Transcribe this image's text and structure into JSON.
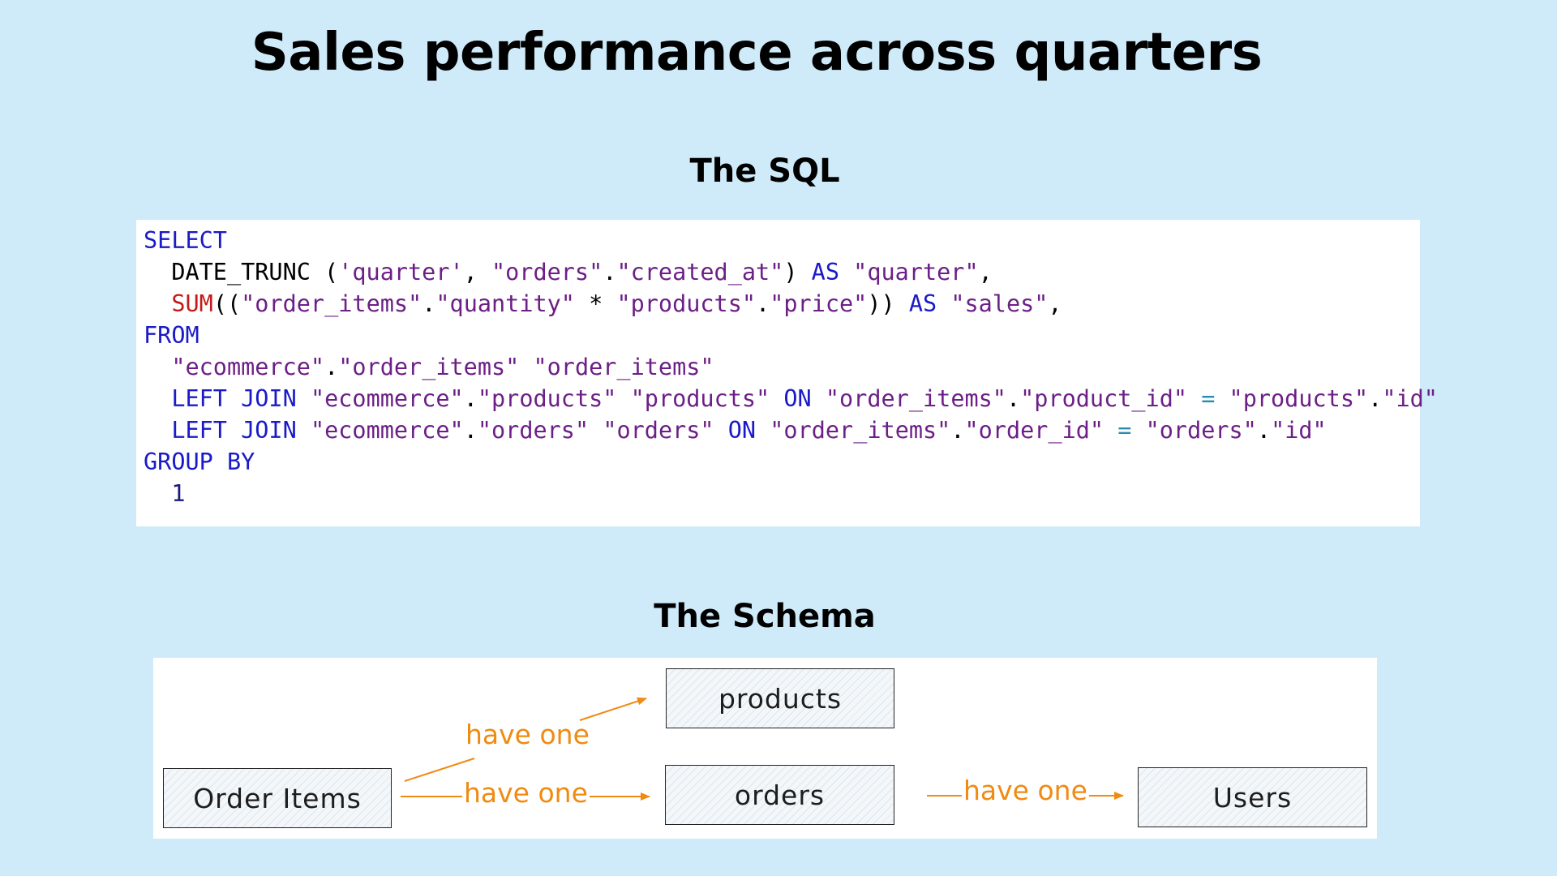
{
  "title": "Sales performance across quarters",
  "sql_section": {
    "heading": "The SQL",
    "lines": [
      [
        {
          "t": "SELECT",
          "c": "kw"
        }
      ],
      [
        {
          "t": "  DATE_TRUNC (",
          "c": "plain"
        },
        {
          "t": "'quarter'",
          "c": "str"
        },
        {
          "t": ", ",
          "c": "plain"
        },
        {
          "t": "\"orders\"",
          "c": "str"
        },
        {
          "t": ".",
          "c": "plain"
        },
        {
          "t": "\"created_at\"",
          "c": "str"
        },
        {
          "t": ") ",
          "c": "plain"
        },
        {
          "t": "AS",
          "c": "kw"
        },
        {
          "t": " ",
          "c": "plain"
        },
        {
          "t": "\"quarter\"",
          "c": "str"
        },
        {
          "t": ",",
          "c": "plain"
        }
      ],
      [
        {
          "t": "  ",
          "c": "plain"
        },
        {
          "t": "SUM",
          "c": "fn"
        },
        {
          "t": "((",
          "c": "plain"
        },
        {
          "t": "\"order_items\"",
          "c": "str"
        },
        {
          "t": ".",
          "c": "plain"
        },
        {
          "t": "\"quantity\"",
          "c": "str"
        },
        {
          "t": " * ",
          "c": "plain"
        },
        {
          "t": "\"products\"",
          "c": "str"
        },
        {
          "t": ".",
          "c": "plain"
        },
        {
          "t": "\"price\"",
          "c": "str"
        },
        {
          "t": ")) ",
          "c": "plain"
        },
        {
          "t": "AS",
          "c": "kw"
        },
        {
          "t": " ",
          "c": "plain"
        },
        {
          "t": "\"sales\"",
          "c": "str"
        },
        {
          "t": ",",
          "c": "plain"
        }
      ],
      [
        {
          "t": "FROM",
          "c": "kw"
        }
      ],
      [
        {
          "t": "  ",
          "c": "plain"
        },
        {
          "t": "\"ecommerce\"",
          "c": "str"
        },
        {
          "t": ".",
          "c": "plain"
        },
        {
          "t": "\"order_items\"",
          "c": "str"
        },
        {
          "t": " ",
          "c": "plain"
        },
        {
          "t": "\"order_items\"",
          "c": "str"
        }
      ],
      [
        {
          "t": "  ",
          "c": "plain"
        },
        {
          "t": "LEFT JOIN",
          "c": "kw"
        },
        {
          "t": " ",
          "c": "plain"
        },
        {
          "t": "\"ecommerce\"",
          "c": "str"
        },
        {
          "t": ".",
          "c": "plain"
        },
        {
          "t": "\"products\"",
          "c": "str"
        },
        {
          "t": " ",
          "c": "plain"
        },
        {
          "t": "\"products\"",
          "c": "str"
        },
        {
          "t": " ",
          "c": "plain"
        },
        {
          "t": "ON",
          "c": "kw"
        },
        {
          "t": " ",
          "c": "plain"
        },
        {
          "t": "\"order_items\"",
          "c": "str"
        },
        {
          "t": ".",
          "c": "plain"
        },
        {
          "t": "\"product_id\"",
          "c": "str"
        },
        {
          "t": " ",
          "c": "plain"
        },
        {
          "t": "=",
          "c": "op"
        },
        {
          "t": " ",
          "c": "plain"
        },
        {
          "t": "\"products\"",
          "c": "str"
        },
        {
          "t": ".",
          "c": "plain"
        },
        {
          "t": "\"id\"",
          "c": "str"
        }
      ],
      [
        {
          "t": "  ",
          "c": "plain"
        },
        {
          "t": "LEFT JOIN",
          "c": "kw"
        },
        {
          "t": " ",
          "c": "plain"
        },
        {
          "t": "\"ecommerce\"",
          "c": "str"
        },
        {
          "t": ".",
          "c": "plain"
        },
        {
          "t": "\"orders\"",
          "c": "str"
        },
        {
          "t": " ",
          "c": "plain"
        },
        {
          "t": "\"orders\"",
          "c": "str"
        },
        {
          "t": " ",
          "c": "plain"
        },
        {
          "t": "ON",
          "c": "kw"
        },
        {
          "t": " ",
          "c": "plain"
        },
        {
          "t": "\"order_items\"",
          "c": "str"
        },
        {
          "t": ".",
          "c": "plain"
        },
        {
          "t": "\"order_id\"",
          "c": "str"
        },
        {
          "t": " ",
          "c": "plain"
        },
        {
          "t": "=",
          "c": "op"
        },
        {
          "t": " ",
          "c": "plain"
        },
        {
          "t": "\"orders\"",
          "c": "str"
        },
        {
          "t": ".",
          "c": "plain"
        },
        {
          "t": "\"id\"",
          "c": "str"
        }
      ],
      [
        {
          "t": "GROUP BY",
          "c": "kw"
        }
      ],
      [
        {
          "t": "  ",
          "c": "plain"
        },
        {
          "t": "1",
          "c": "num"
        }
      ]
    ]
  },
  "schema_section": {
    "heading": "The Schema",
    "entities": {
      "order_items": "Order Items",
      "products": "products",
      "orders": "orders",
      "users": "Users"
    },
    "relations": {
      "items_to_products": "have one",
      "items_to_orders": "have one",
      "orders_to_users": "have one"
    }
  },
  "colors": {
    "background": "#cfeaf8",
    "keyword": "#1a1ac8",
    "function": "#c41a1a",
    "string": "#6c1f86",
    "operator": "#2a8bb0",
    "relation": "#f08b12"
  }
}
